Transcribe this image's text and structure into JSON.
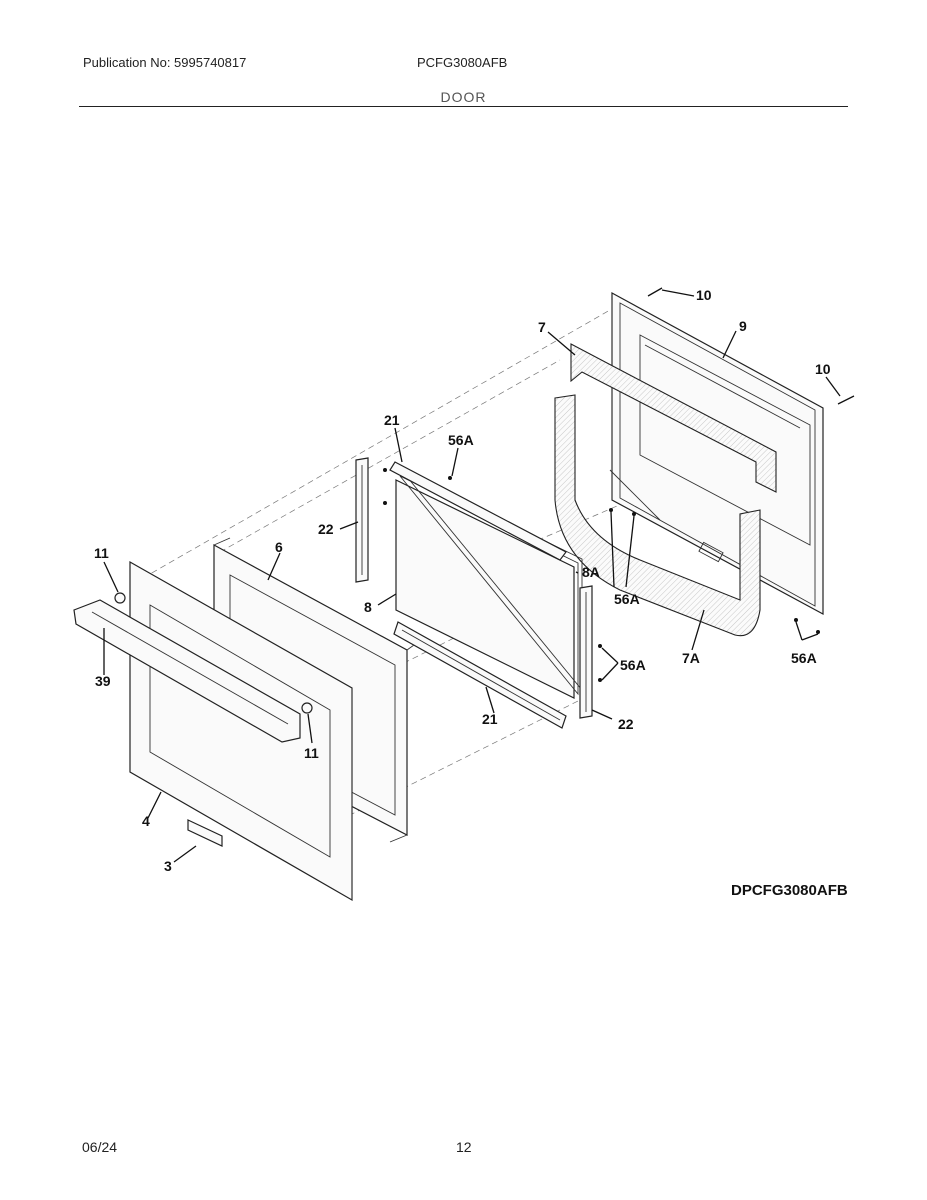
{
  "header": {
    "publication": "Publication No: 5995740817",
    "model": "PCFG3080AFB",
    "section_title": "DOOR"
  },
  "diagram": {
    "code": "DPCFG3080AFB",
    "callouts": [
      "10",
      "9",
      "7",
      "10",
      "21",
      "56A",
      "22",
      "11",
      "6",
      "8A",
      "8",
      "56A",
      "56A",
      "7A",
      "56A",
      "39",
      "11",
      "21",
      "22",
      "4",
      "3"
    ]
  },
  "footer": {
    "date": "06/24",
    "page": "12"
  }
}
